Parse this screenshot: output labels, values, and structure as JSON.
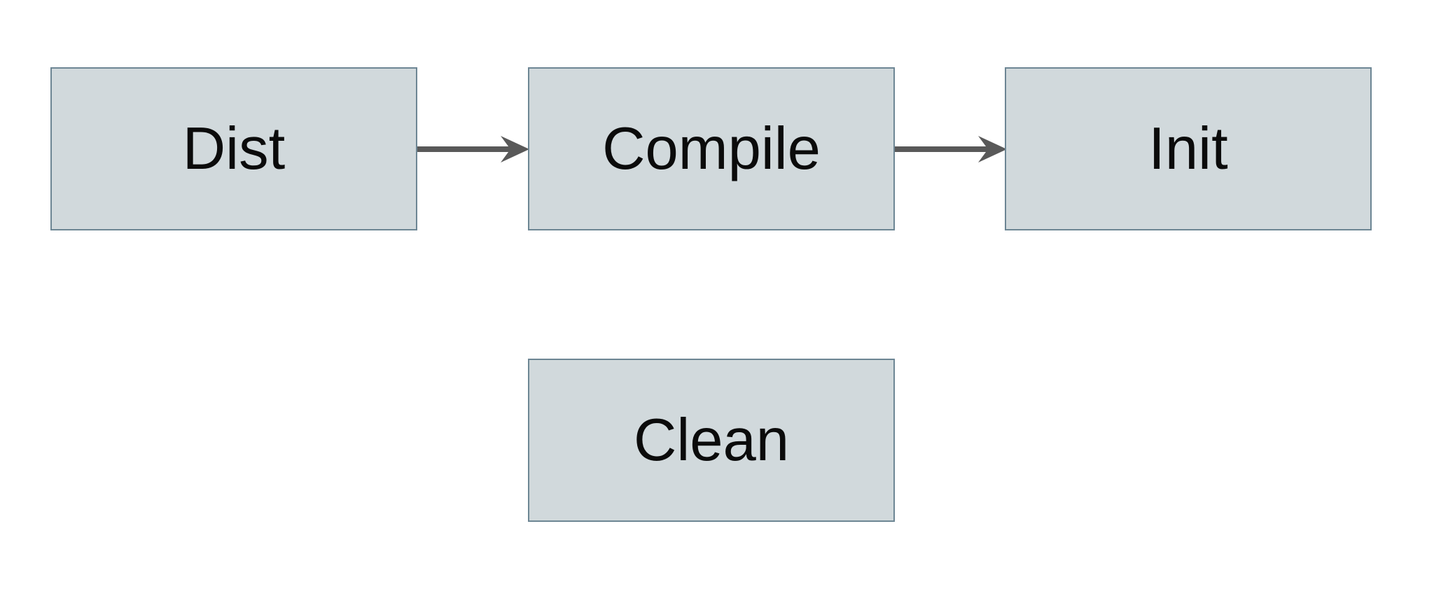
{
  "theme": {
    "canvas_bg": "#ffffff",
    "node_fill": "#d1d9dc",
    "node_border": "#6d8694",
    "arrow_color": "#595959",
    "label_color": "#0b0b0b"
  },
  "diagram": {
    "nodes": [
      {
        "id": "dist",
        "label": "Dist"
      },
      {
        "id": "compile",
        "label": "Compile"
      },
      {
        "id": "init",
        "label": "Init"
      },
      {
        "id": "clean",
        "label": "Clean"
      }
    ],
    "edges": [
      {
        "from": "dist",
        "to": "compile"
      },
      {
        "from": "compile",
        "to": "init"
      }
    ]
  }
}
